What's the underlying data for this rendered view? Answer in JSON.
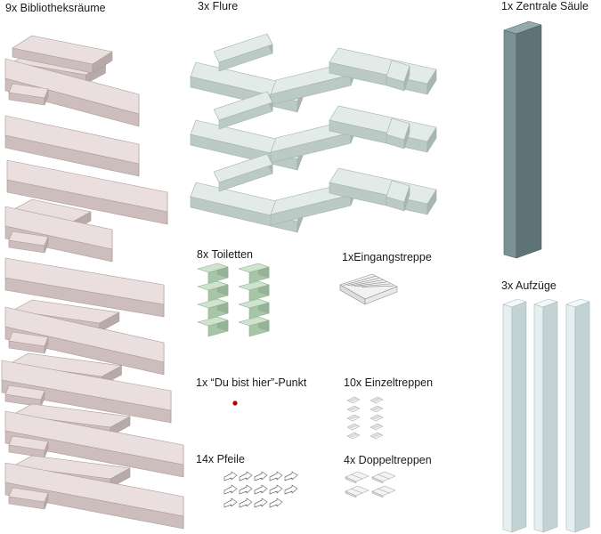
{
  "labels": {
    "rooms": "9x Bibliotheksräume",
    "corridors": "3x Flure",
    "column": "1x Zentrale Säule",
    "toilets": "8x Toiletten",
    "entrance_stairs": "1xEingangstreppe",
    "elevators": "3x Aufzüge",
    "you_are_here": "1x “Du bist hier”-Punkt",
    "single_stairs": "10x Einzeltreppen",
    "arrows": "14x Pfeile",
    "double_stairs": "4x Doppeltreppen"
  },
  "counts": {
    "rooms": 9,
    "corridors": 3,
    "column": 1,
    "toilets": 8,
    "entrance_stairs": 1,
    "elevators": 3,
    "you_are_here": 1,
    "single_stairs": 10,
    "arrows": 14,
    "double_stairs": 4
  },
  "colors": {
    "room_top": "#eadede",
    "room_side": "#cdbdbd",
    "room_edge": "#a99a9a",
    "corridor_top": "#e3ebe8",
    "corridor_side": "#bccac5",
    "column_front": "#7b9193",
    "column_side": "#5d7375",
    "column_top": "#93a9aa",
    "toilet_top": "#cfe4cf",
    "toilet_side": "#a7c6a8",
    "elevator_front": "#e6eff0",
    "elevator_side": "#c3d2d3",
    "dot": "#b30000",
    "line_art": "#8a8a8a"
  }
}
